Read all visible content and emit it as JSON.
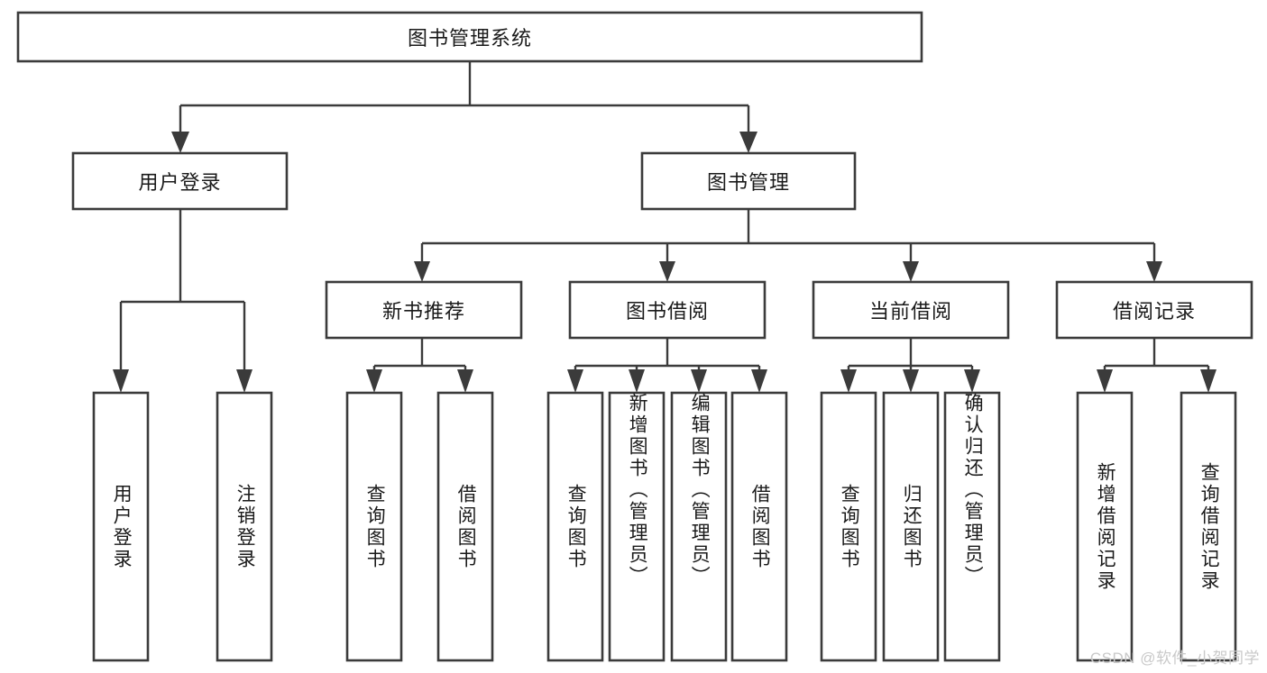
{
  "diagram": {
    "type": "tree-hierarchy-chart",
    "title": "图书管理系统",
    "watermark": "CSDN @软件_小贺同学",
    "colors": {
      "box_stroke": "#3b3b3b",
      "box_fill": "#ffffff",
      "connector": "#3b3b3b",
      "text": "#1a1a1a",
      "background": "#ffffff",
      "watermark": "#c9c9c9"
    },
    "root": {
      "label": "图书管理系统"
    },
    "level2": [
      {
        "label": "用户登录"
      },
      {
        "label": "图书管理"
      }
    ],
    "level3": [
      {
        "label": "新书推荐"
      },
      {
        "label": "图书借阅"
      },
      {
        "label": "当前借阅"
      },
      {
        "label": "借阅记录"
      }
    ],
    "leaves": {
      "user_login": [
        {
          "label": "用户登录"
        },
        {
          "label": "注销登录"
        }
      ],
      "new_book": [
        {
          "label": "查询图书"
        },
        {
          "label": "借阅图书"
        }
      ],
      "book_borrow": [
        {
          "label": "查询图书"
        },
        {
          "label": "新增图书（管理员）"
        },
        {
          "label": "编辑图书（管理员）"
        },
        {
          "label": "借阅图书"
        }
      ],
      "current_borrow": [
        {
          "label": "查询图书"
        },
        {
          "label": "归还图书"
        },
        {
          "label": "确认归还（管理员）"
        }
      ],
      "borrow_record": [
        {
          "label": "新增借阅记录"
        },
        {
          "label": "查询借阅记录"
        }
      ]
    }
  }
}
